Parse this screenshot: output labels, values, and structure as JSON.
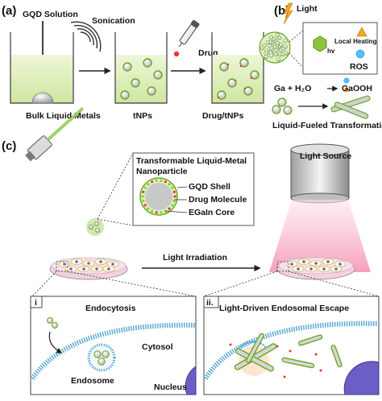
{
  "panels": {
    "a": "(a)",
    "b": "(b)",
    "c": "(c)"
  },
  "panel_a": {
    "gqd_solution": "GQD Solution",
    "sonication": "Sonication",
    "drug": "Drug",
    "bulk_liquid_metals": "Bulk Liquid Metals",
    "tnps": "tNPs",
    "drug_tnps": "Drug/tNPs"
  },
  "panel_b": {
    "light": "Light",
    "hv": "hv",
    "local_heating": "Local Heating",
    "ros": "ROS",
    "reaction_left": "Ga + H₂O",
    "reaction_right": "GaOOH",
    "liquid_fueled": "Liquid-Fueled Transformation"
  },
  "panel_c": {
    "particle_title_1": "Transformable Liquid-Metal",
    "particle_title_2": "Nanoparticle",
    "gqd_shell": "GQD Shell",
    "drug_molecule": "Drug Molecule",
    "egain_core": "EGaIn Core",
    "light_source": "Light Source",
    "light_irradiation": "Light Irradiation",
    "sub_i": "i",
    "sub_ii": "ii.",
    "endocytosis": "Endocytosis",
    "endosomal_escape": "Light-Driven Endosomal Escape",
    "cytosol": "Cytosol",
    "endosome": "Endosome",
    "nucleus": "Nucleus"
  },
  "colors": {
    "solution": "#d9ecb0",
    "metal": "#bdbdbd",
    "shell": "#8cc63f",
    "drug_dot": "#e53935",
    "light_beam": "#f8b8c4",
    "membrane": "#7ec8e3",
    "nucleus": "#6b5fc7",
    "ros": "#4fc3f7",
    "heat": "#f5a623"
  }
}
